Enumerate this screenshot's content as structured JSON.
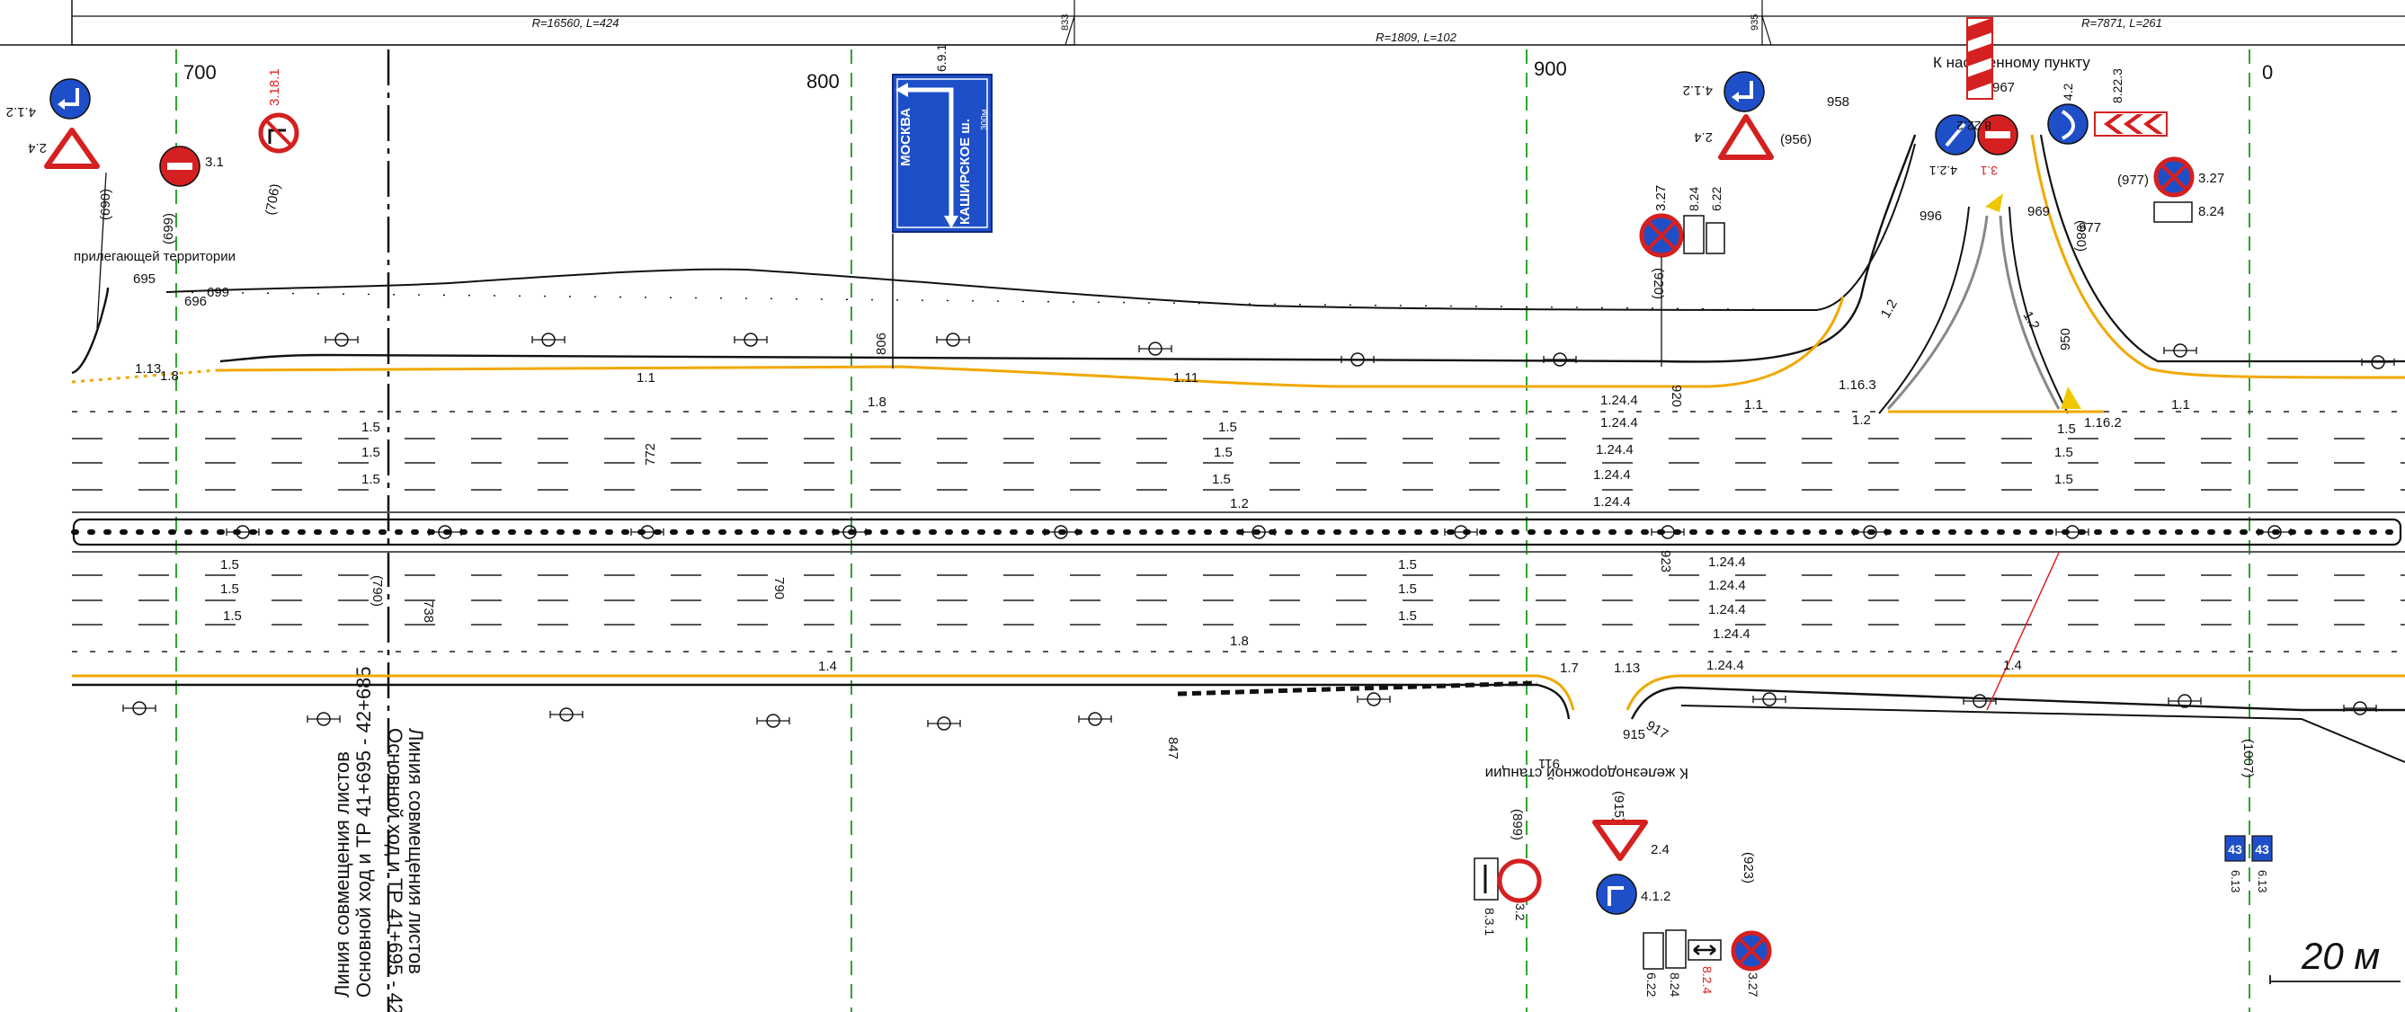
{
  "curves": [
    {
      "label": "R=16560, L=424"
    },
    {
      "label": "R=1809, L=102"
    },
    {
      "label": "R=7871, L=261"
    }
  ],
  "curve_points": [
    "833",
    "935"
  ],
  "pickets": [
    "700",
    "800",
    "900",
    "0"
  ],
  "left_text": "прилегающей территории",
  "road_labels": {
    "rail": "К железнодорожной станции",
    "settlement": "К населенному пункту"
  },
  "sheet_joint": {
    "line1": "Линия совмещения листов",
    "line2": "Основной ход и ТР 41+695 - 42+685"
  },
  "direction_sign": {
    "code": "6.9.1",
    "top": "МОСКВА",
    "bottom": "КАШИРСКОЕ ш.",
    "distance": "300м"
  },
  "sign_codes": {
    "s412": "4.1.2",
    "s24": "2.4",
    "s31": "3.1",
    "s3181": "3.18.1",
    "s327": "3.27",
    "s824": "8.24",
    "s622": "6.22",
    "s4221": "4.2.1",
    "s8222": "8.22.2",
    "s8223": "8.22.3",
    "s42": "4.2",
    "s32": "3.2",
    "s831": "8.3.1",
    "s613": "6.13",
    "s824red": "8.2.4",
    "km": "43"
  },
  "markings": {
    "m113": "1.13",
    "m18": "1.8",
    "m11": "1.1",
    "m111": "1.11",
    "m12": "1.2",
    "m15": "1.5",
    "m14": "1.4",
    "m17": "1.7",
    "m1244": "1.24.4",
    "m1163": "1.16.3",
    "m1162": "1.16.2"
  },
  "stations": {
    "st695": "695",
    "st696": "696",
    "st699": "699",
    "p699": "(699)",
    "p706": "(706)",
    "p690": "(690)",
    "st806": "806",
    "st956": "956",
    "p956": "(956)",
    "st958": "958",
    "st967": "967",
    "st996": "996",
    "st969": "969",
    "st977": "977",
    "p977": "(977)",
    "p980": "(980)",
    "p920": "(920)",
    "st920": "920",
    "st772": "772",
    "st790": "790",
    "p790": "(790)",
    "st738": "738",
    "st911": "911",
    "st915": "915",
    "st917": "917",
    "p915": "(915)",
    "p923": "(923)",
    "p899": "(899)",
    "p1007": "(1007)",
    "st847": "847",
    "st950": "950",
    "st923": "923"
  },
  "scale": "20 м",
  "colors": {
    "yellow_line": "#f0a800",
    "green_picket": "#1a9a1a",
    "sign_blue": "#1f4fc8",
    "sign_red": "#d42020",
    "red_text": "#e02020"
  }
}
